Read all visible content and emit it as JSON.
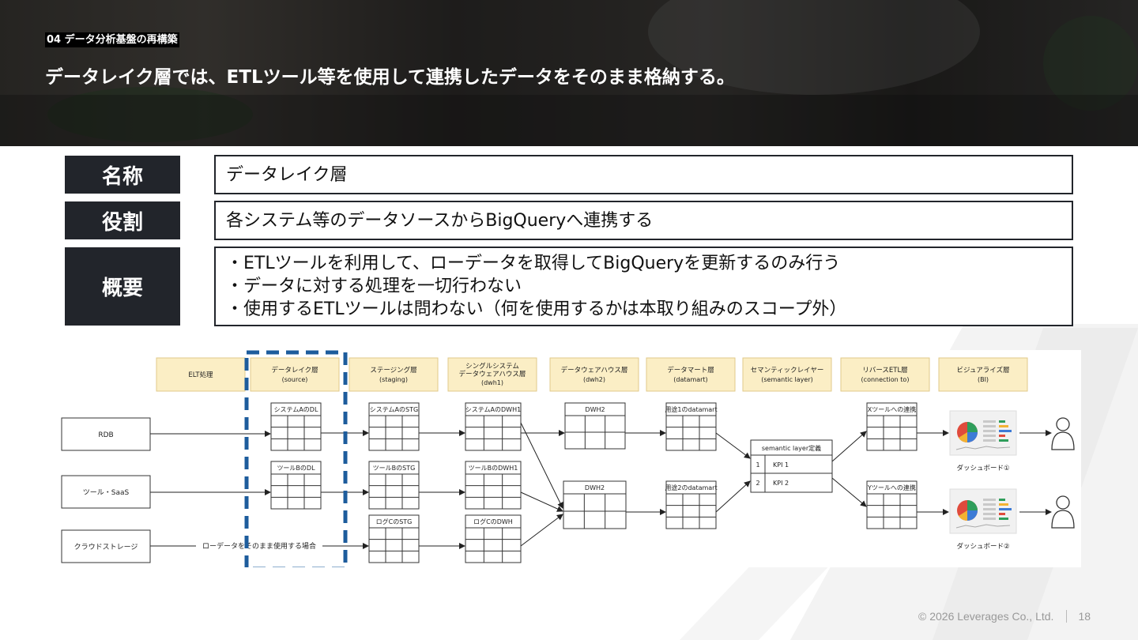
{
  "header": {
    "section_tag": "04 データ分析基盤の再構築",
    "headline": "データレイク層では、ETLツール等を使用して連携したデータをそのまま格納する。"
  },
  "definition": {
    "name_label": "名称",
    "name_value": "データレイク層",
    "role_label": "役割",
    "role_value": "各システム等のデータソースからBigQueryへ連携する",
    "summary_label": "概要",
    "summary_lines": [
      "・ETLツールを利用して、ローデータを取得してBigQueryを更新するのみ行う",
      "・データに対する処理を一切行わない",
      "・使用するETLツールは問わない（何を使用するかは本取り組みのスコープ外）"
    ]
  },
  "diagram": {
    "layers": [
      {
        "title": "ELT処理",
        "sub": ""
      },
      {
        "title": "データレイク層",
        "sub": "(source)"
      },
      {
        "title": "ステージング層",
        "sub": "(staging)"
      },
      {
        "title": "シングルシステム",
        "title2": "データウェアハウス層",
        "sub": "(dwh1)"
      },
      {
        "title": "データウェアハウス層",
        "sub": "(dwh2)"
      },
      {
        "title": "データマート層",
        "sub": "(datamart)"
      },
      {
        "title": "セマンティックレイヤー",
        "sub": "(semantic layer)"
      },
      {
        "title": "リバースETL層",
        "sub": "(connection to)"
      },
      {
        "title": "ビジュアライズ層",
        "sub": "(BI)"
      }
    ],
    "sources": [
      "RDB",
      "ツール・SaaS",
      "クラウドストレージ"
    ],
    "datalake_tables": [
      "システムAのDL",
      "ツールBのDL"
    ],
    "staging_tables": [
      "システムAのSTG",
      "ツールBのSTG",
      "ログCのSTG"
    ],
    "dwh1_tables": [
      "システムAのDWH1",
      "ツールBのDWH1",
      "ログCのDWH"
    ],
    "dwh2_tables": [
      "DWH2",
      "DWH2"
    ],
    "datamart_tables": [
      "用途1のdatamart",
      "用途2のdatamart"
    ],
    "semantic": {
      "title": "semantic layer定義",
      "rows": [
        [
          "1",
          "KPI 1"
        ],
        [
          "2",
          "KPI 2"
        ]
      ]
    },
    "reverse_tables": [
      "Xツールへの連携",
      "Yツールへの連携"
    ],
    "dashboards": [
      "ダッシュボード①",
      "ダッシュボード②"
    ],
    "raw_note": "ローデータをそのまま使用する場合",
    "colors": {
      "layer_fill": "#fbeec5",
      "layer_stroke": "#e0c98a",
      "highlight": "#1d5c9c"
    }
  },
  "footer": {
    "copyright": "© 2026 Leverages Co., Ltd.",
    "page": "18"
  }
}
